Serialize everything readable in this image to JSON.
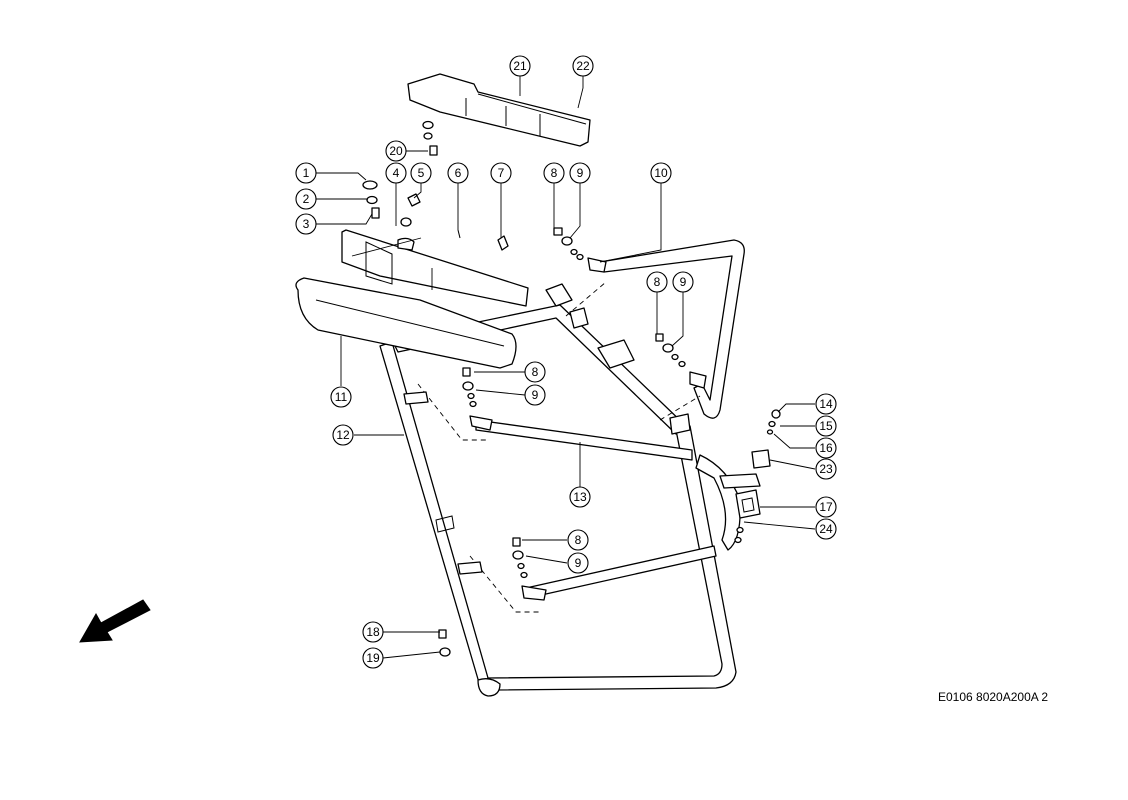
{
  "reference_code": "E0106 8020A200A 2",
  "callouts": [
    {
      "id": "1",
      "label": "1"
    },
    {
      "id": "2",
      "label": "2"
    },
    {
      "id": "3",
      "label": "3"
    },
    {
      "id": "4",
      "label": "4"
    },
    {
      "id": "5",
      "label": "5"
    },
    {
      "id": "6",
      "label": "6"
    },
    {
      "id": "7",
      "label": "7"
    },
    {
      "id": "8a",
      "label": "8"
    },
    {
      "id": "9a",
      "label": "9"
    },
    {
      "id": "10",
      "label": "10"
    },
    {
      "id": "8b",
      "label": "8"
    },
    {
      "id": "9b",
      "label": "9"
    },
    {
      "id": "11",
      "label": "11"
    },
    {
      "id": "8c",
      "label": "8"
    },
    {
      "id": "9c",
      "label": "9"
    },
    {
      "id": "12",
      "label": "12"
    },
    {
      "id": "13",
      "label": "13"
    },
    {
      "id": "14",
      "label": "14"
    },
    {
      "id": "15",
      "label": "15"
    },
    {
      "id": "16",
      "label": "16"
    },
    {
      "id": "23",
      "label": "23"
    },
    {
      "id": "17",
      "label": "17"
    },
    {
      "id": "24",
      "label": "24"
    },
    {
      "id": "8d",
      "label": "8"
    },
    {
      "id": "9d",
      "label": "9"
    },
    {
      "id": "18",
      "label": "18"
    },
    {
      "id": "19",
      "label": "19"
    },
    {
      "id": "20",
      "label": "20"
    },
    {
      "id": "21",
      "label": "21"
    },
    {
      "id": "22",
      "label": "22"
    }
  ]
}
